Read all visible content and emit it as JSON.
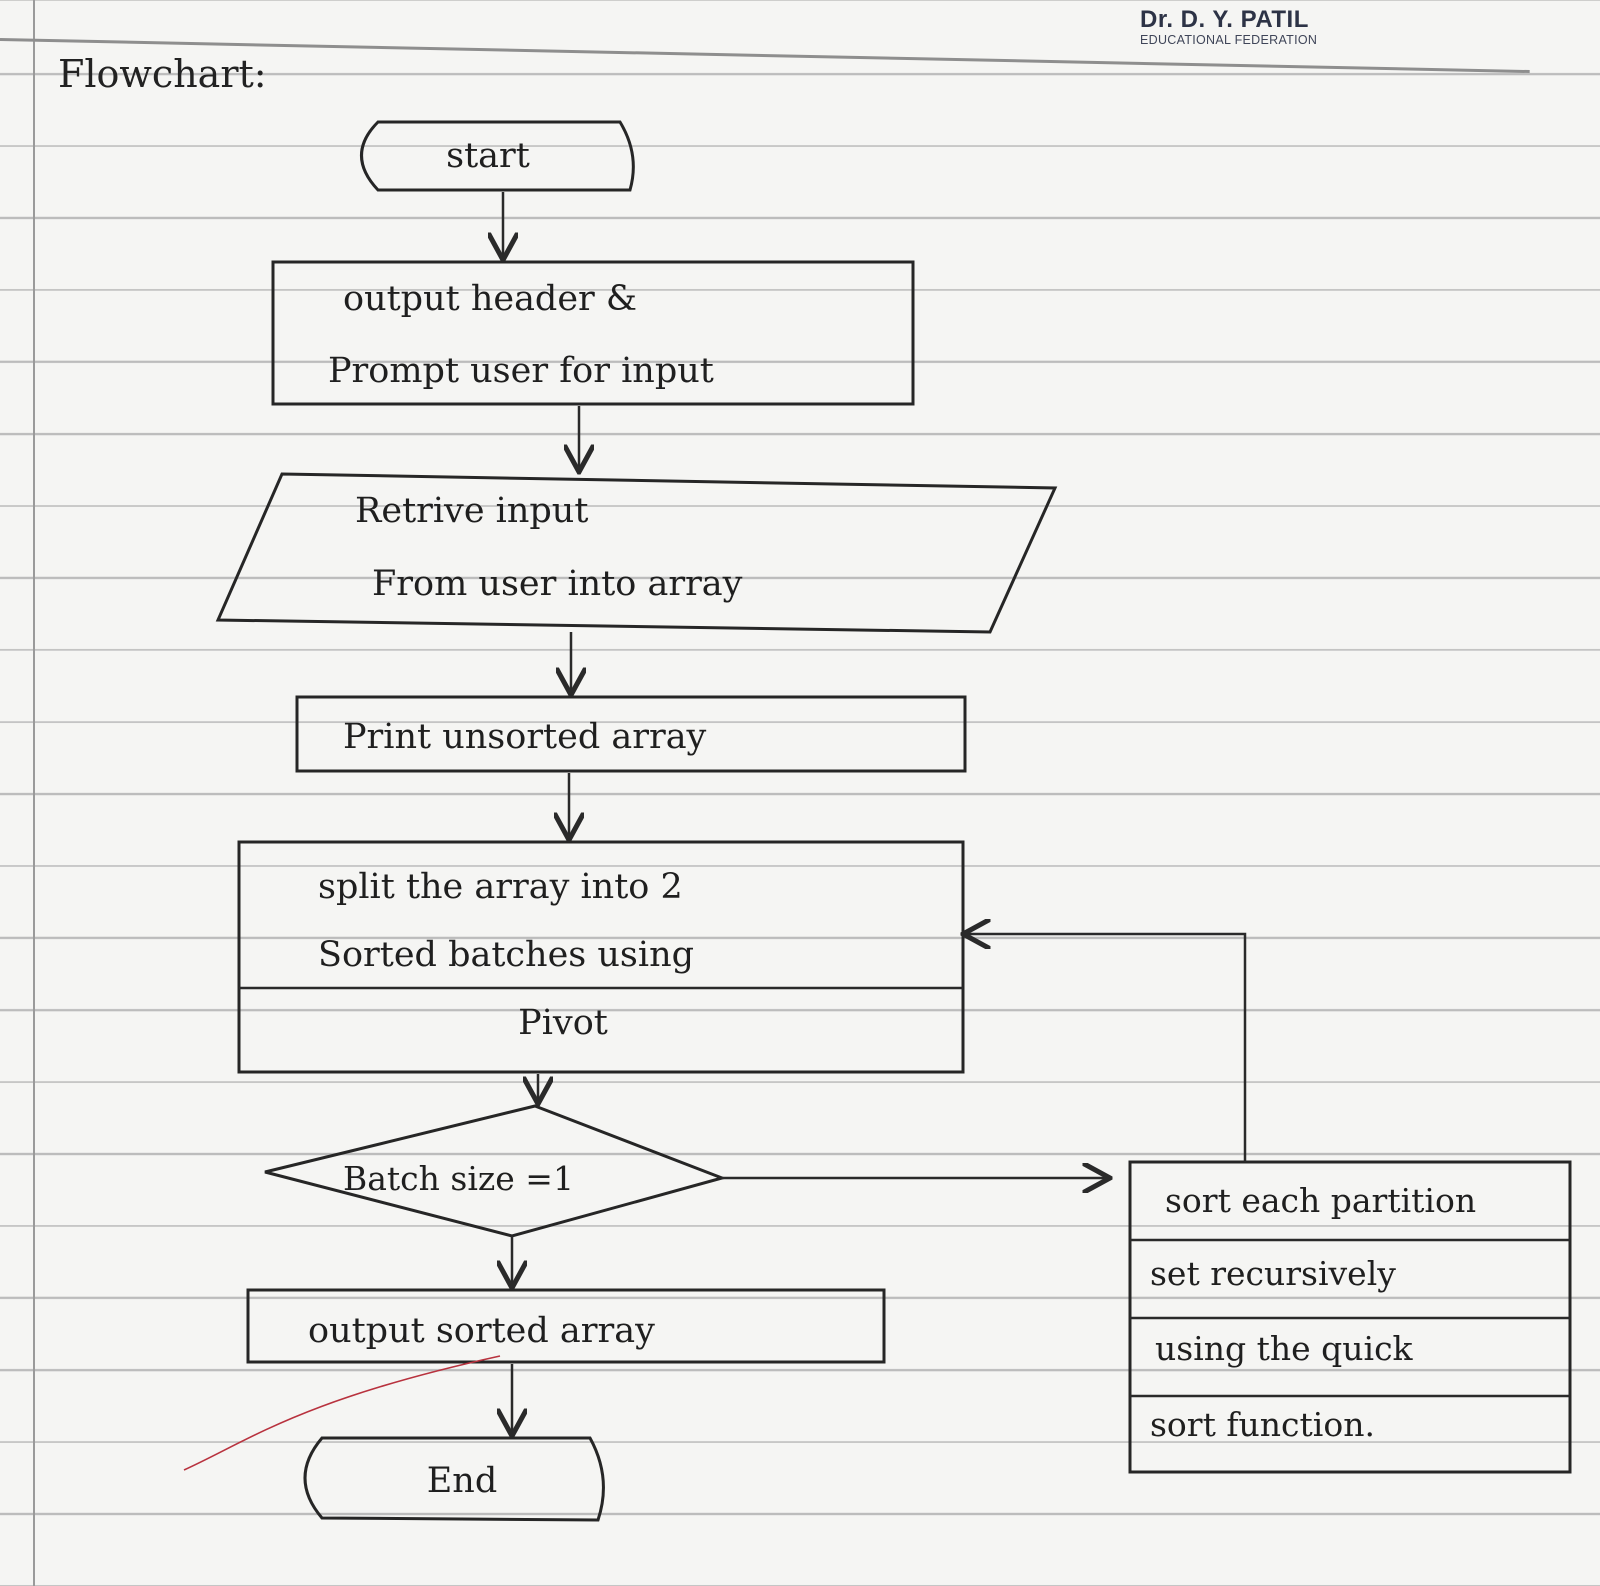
{
  "header": {
    "brand_name": "Dr. D. Y. PATIL",
    "brand_subtitle": "EDUCATIONAL FEDERATION"
  },
  "page": {
    "heading": "Flowchart:"
  },
  "flowchart": {
    "start": "start",
    "output_header": [
      "output header &",
      "Prompt user for input"
    ],
    "retrieve_input": [
      "Retrive input",
      "From user into array"
    ],
    "print_unsorted": "Print unsorted array",
    "split_array": [
      "split the array into 2",
      "Sorted batches using",
      "Pivot"
    ],
    "decision": "Batch size =1",
    "sort_partition": [
      "sort each partition",
      "set recursively",
      "using the quick",
      "sort function."
    ],
    "output_sorted": "output sorted array",
    "end": "End"
  }
}
